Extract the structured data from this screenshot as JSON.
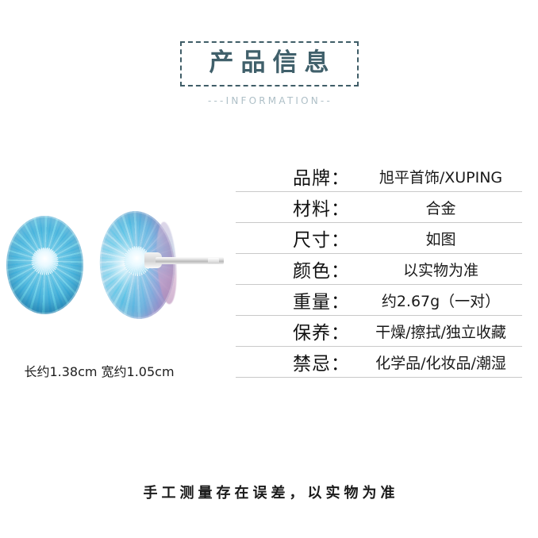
{
  "header": {
    "title": "产品信息",
    "subtitle": "---INFORMATION--",
    "border_color": "#3f5d67",
    "title_color": "#40606b",
    "subtitle_color": "#aebfc7"
  },
  "product_image": {
    "front_crystal_name": "oval-crystal-front",
    "back_crystal_name": "oval-crystal-angled",
    "post_name": "earring-post",
    "crystal_color": "#54b8dd",
    "iridescent_color": "#c58fc0",
    "metal_color": "#d2d2d2",
    "dimension_caption": "长约1.38cm 宽约1.05cm"
  },
  "spec_table": {
    "rows": [
      {
        "label": "品牌：",
        "value": "旭平首饰/XUPING"
      },
      {
        "label": "材料：",
        "value": "合金"
      },
      {
        "label": "尺寸：",
        "value": "如图"
      },
      {
        "label": "颜色：",
        "value": "以实物为准"
      },
      {
        "label": "重量：",
        "value": "约2.67g（一对）"
      },
      {
        "label": "保养：",
        "value": "干燥/擦拭/独立收藏"
      },
      {
        "label": "禁忌：",
        "value": "化学品/化妆品/潮湿"
      }
    ],
    "divider_color": "#c9c9c9"
  },
  "footer": {
    "note": "手工测量存在误差，以实物为准"
  }
}
